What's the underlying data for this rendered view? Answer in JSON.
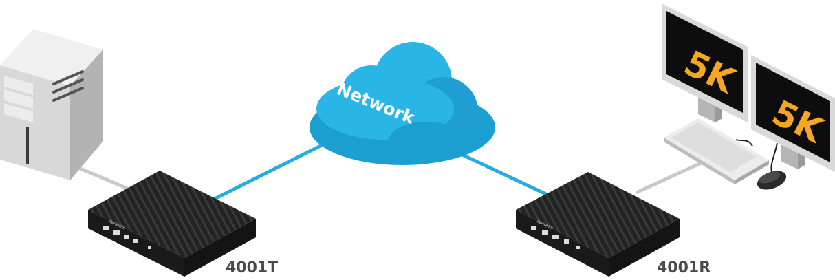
{
  "network": {
    "label": "Network"
  },
  "transmitter": {
    "label": "4001T",
    "brand_text": "INFINITY"
  },
  "receiver": {
    "label": "4001R",
    "brand_text": "INFINITY"
  },
  "monitors": [
    {
      "label": "5K"
    },
    {
      "label": "5K"
    }
  ],
  "colors": {
    "link": "#29abe2",
    "cloud": "#29b6e6",
    "cloud_shade": "#1a9fd0",
    "device_body": "#1e1e1e",
    "monitor_text": "#f5a623",
    "cable": "#c8c8c8"
  }
}
